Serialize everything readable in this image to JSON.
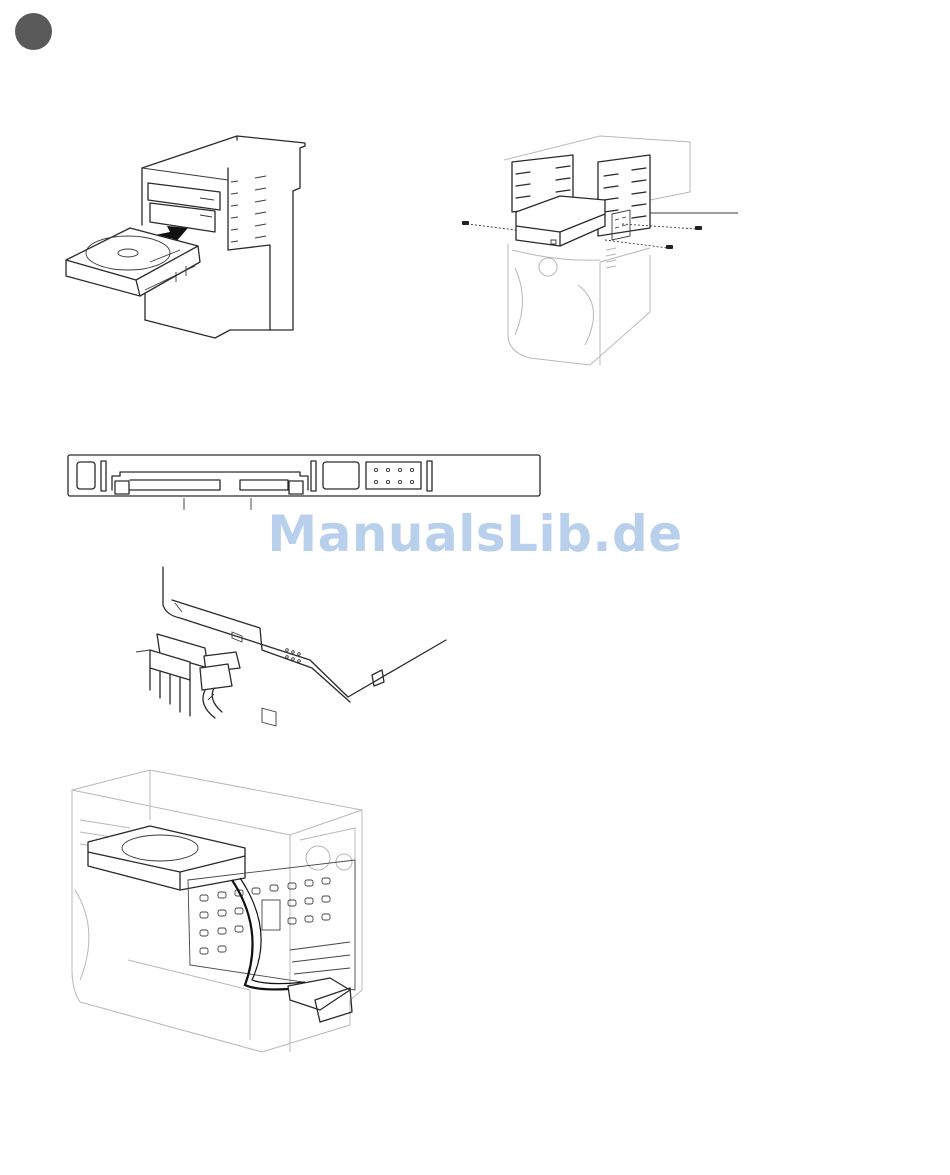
{
  "watermark": {
    "text": "ManualsLib.de",
    "color": "#6496d7"
  },
  "page": {
    "step_badge_color": "#595959"
  },
  "figures": [
    {
      "id": "fig-insert-drive"
    },
    {
      "id": "fig-drive-bay-screws"
    },
    {
      "id": "fig-drive-connector"
    },
    {
      "id": "fig-cable-connection"
    },
    {
      "id": "fig-installed-drive"
    }
  ]
}
